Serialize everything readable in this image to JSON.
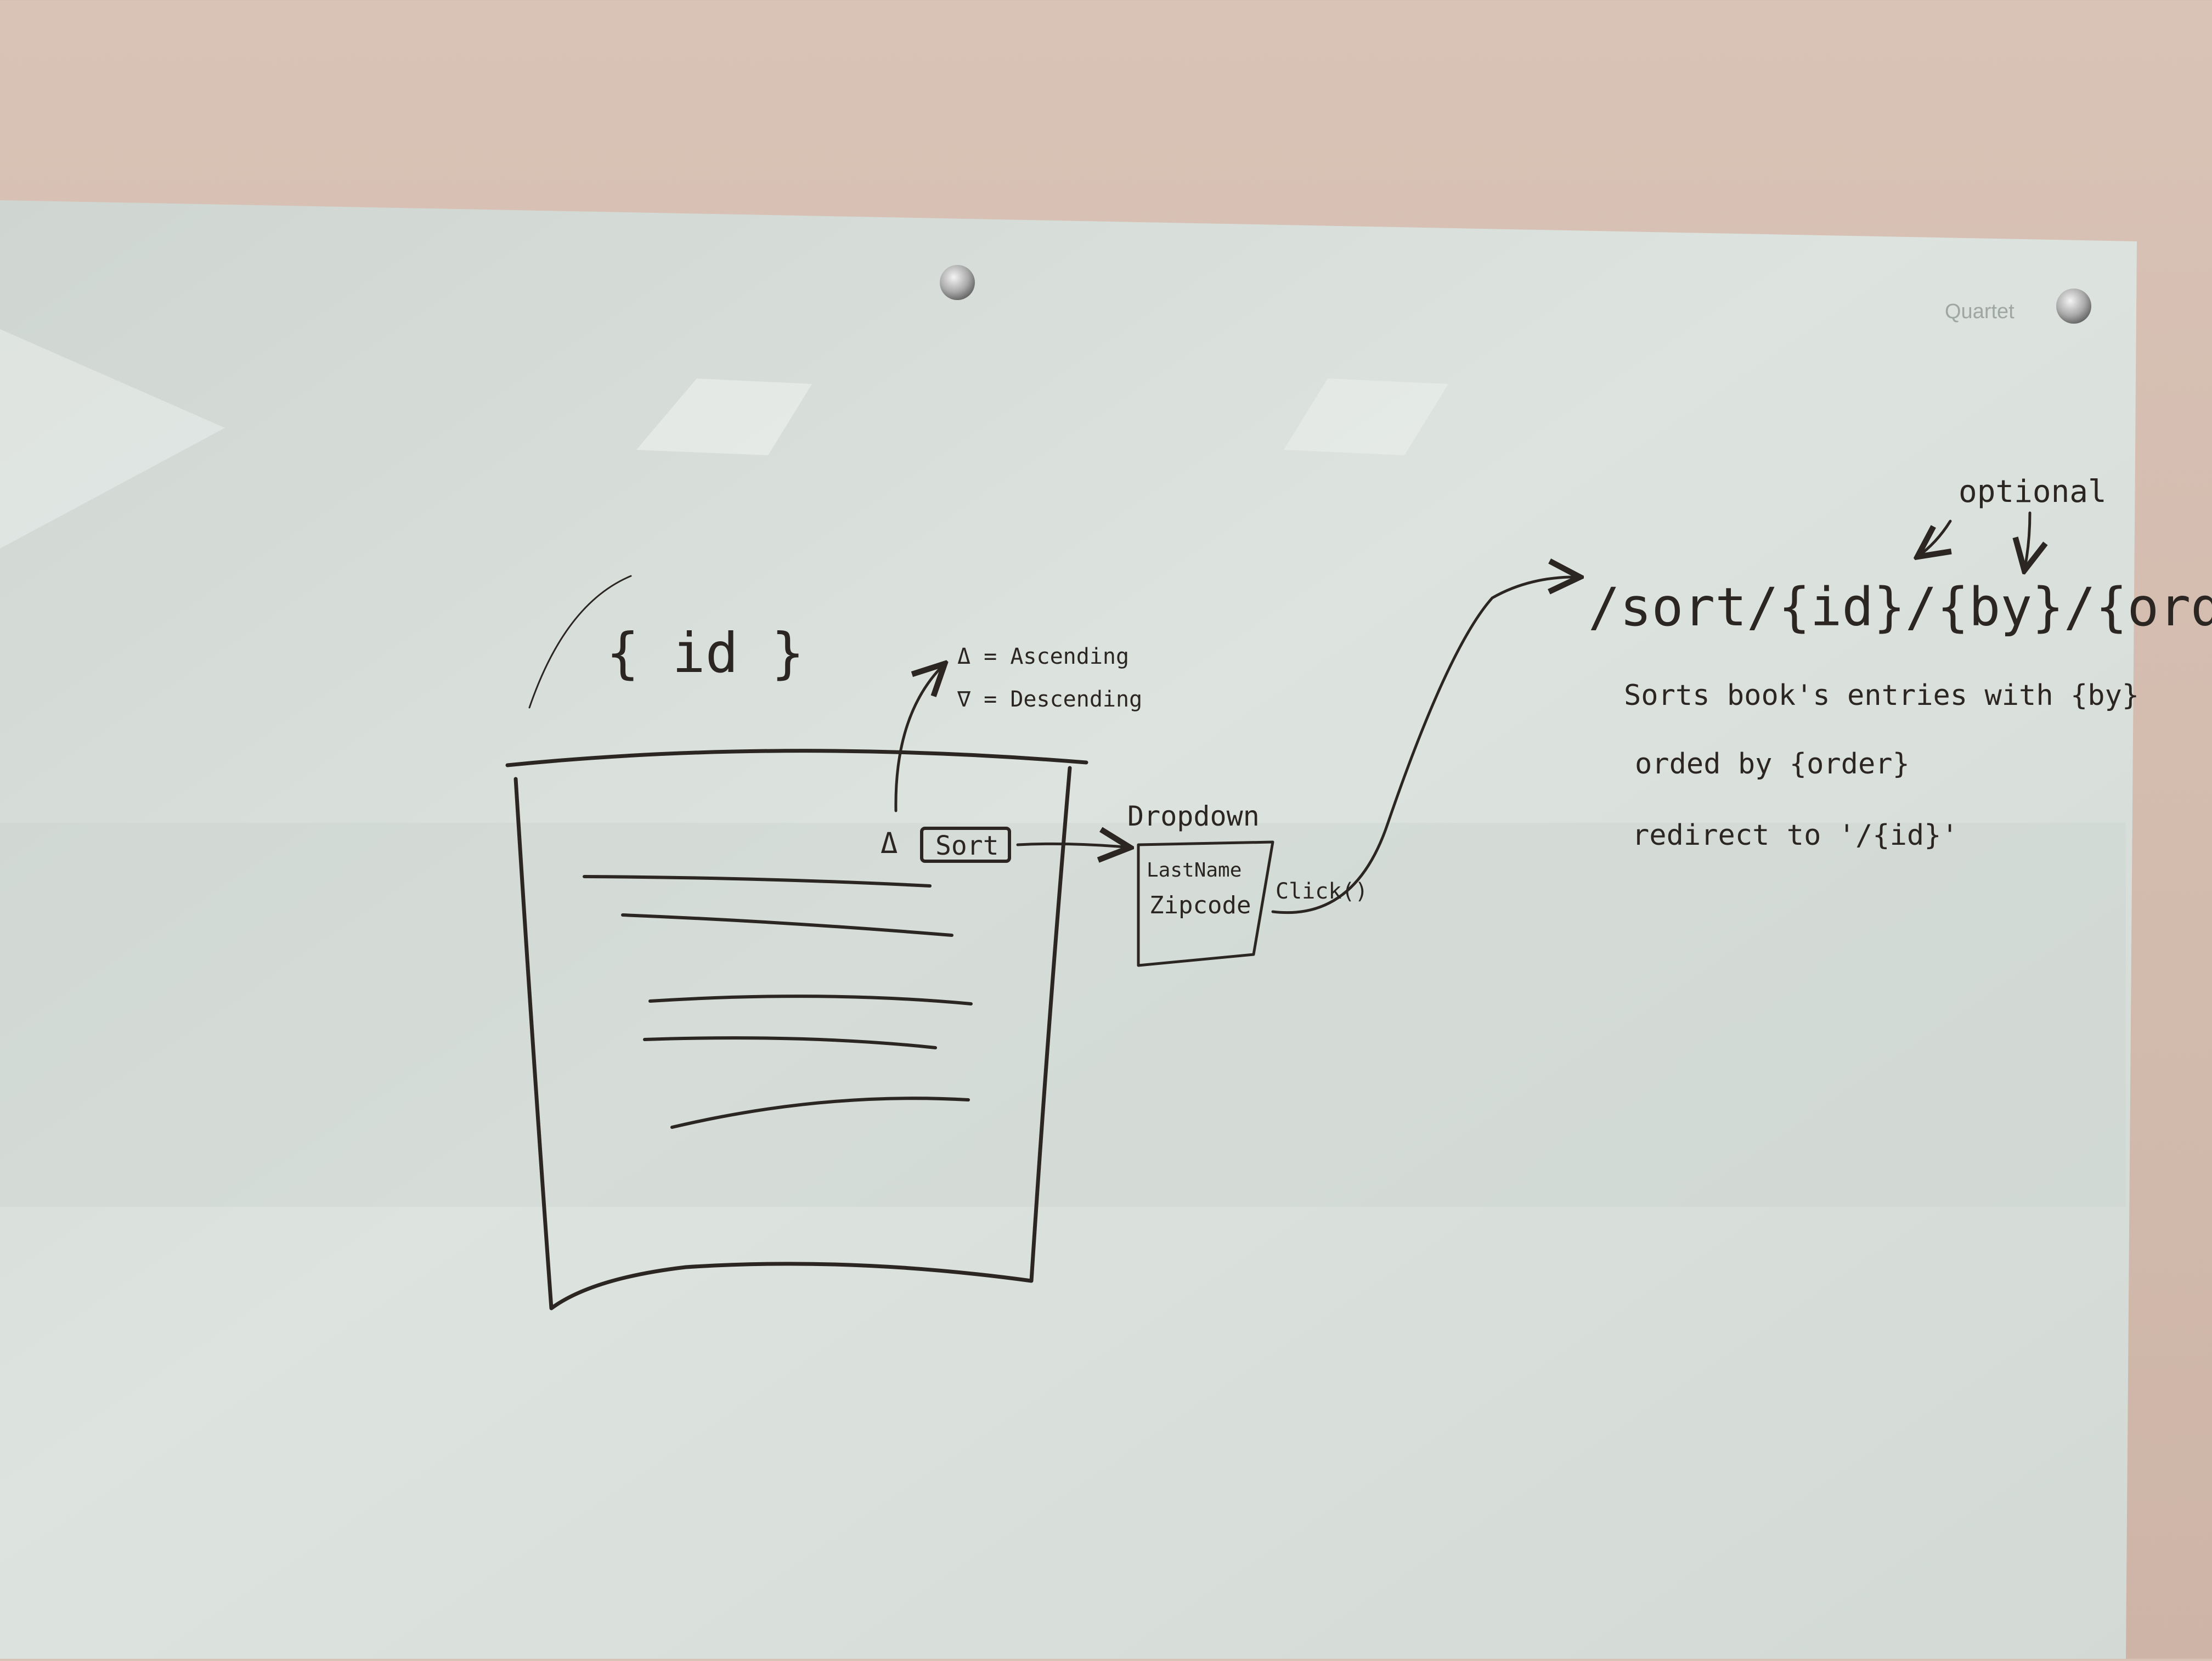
{
  "board": {
    "brand": "Quartet"
  },
  "sketch": {
    "title": "{ id }",
    "legend": {
      "ascending": "Δ = Ascending",
      "descending": "∇ = Descending"
    },
    "sort_arrow": "Δ",
    "sort_button": "Sort",
    "dropdown": {
      "label": "Dropdown",
      "options": [
        "LastName",
        "Zipcode"
      ]
    },
    "click_label": "Click()"
  },
  "route": {
    "optional_label": "optional",
    "path": "/sort/{id}/{by}/{order}",
    "description": [
      "Sorts book's entries with {by}",
      "orded by {order}",
      "redirect to '/{id}'"
    ]
  }
}
